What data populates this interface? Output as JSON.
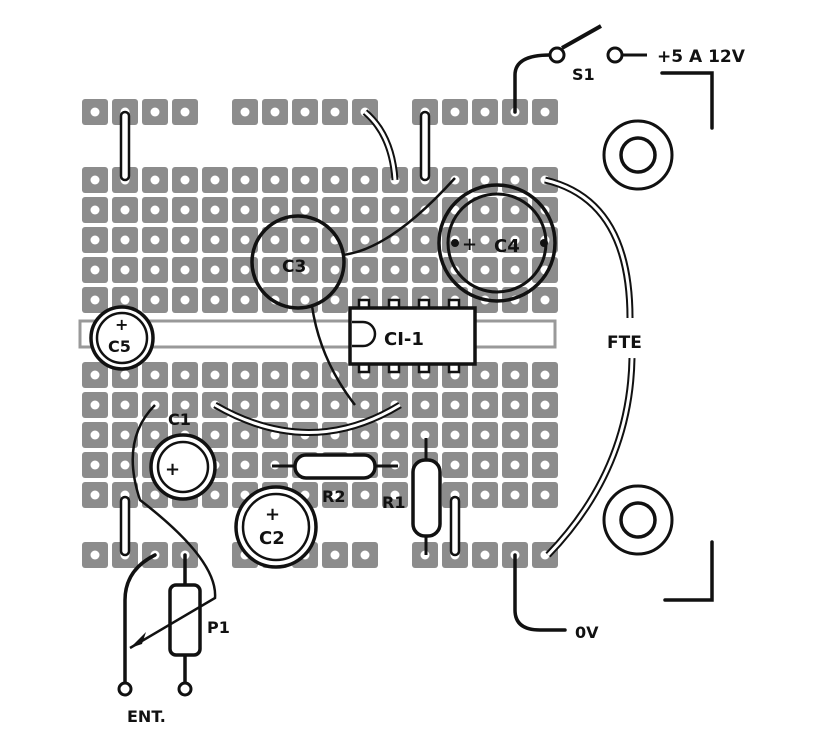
{
  "title": "Perforated board component layout",
  "colors": {
    "pad": "#8c8c8c",
    "ink": "#111111",
    "paper": "#ffffff"
  },
  "labels": {
    "switch": "S1",
    "supply": "+5 A 12V",
    "source": "FTE",
    "ground": "0V",
    "input": "ENT.",
    "pot": "P1",
    "r1": "R1",
    "r2": "R2",
    "c1": "C1",
    "c2": "C2",
    "c3": "C3",
    "c4": "C4",
    "c5": "C5",
    "ic": "CI-1",
    "plus": "+"
  }
}
